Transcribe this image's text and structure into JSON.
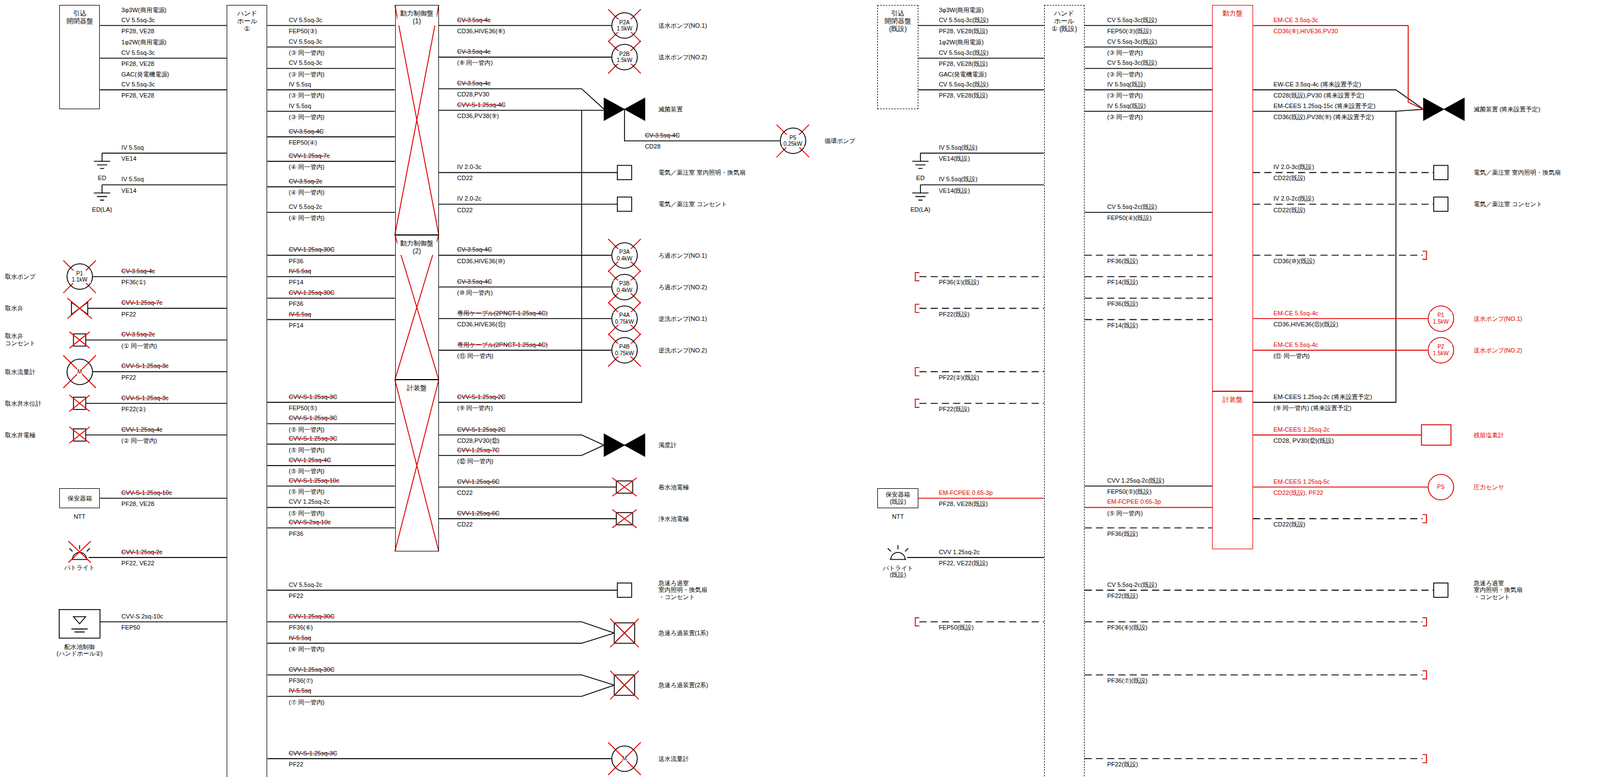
{
  "diagram": {
    "nodes": [
      {
        "text": [
          "引込 開閉器盤"
        ]
      },
      {
        "text": [
          "ハンド ホール ①"
        ]
      },
      {
        "text": [
          "動力制御盤 (1)"
        ]
      },
      {
        "text": [
          "動力制御盤 (2)"
        ]
      },
      {
        "text": [
          "計装盤"
        ]
      },
      {
        "text": [
          "P1 1.1kW"
        ]
      },
      {
        "text": [
          "M"
        ]
      },
      {
        "text": [
          "保安器箱"
        ]
      },
      {
        "text": [
          "P2A 1.5kW"
        ]
      },
      {
        "text": [
          "P2B 1.5kW"
        ]
      },
      {
        "text": [
          "P5 0.25kW"
        ]
      },
      {
        "text": [
          "P3A 0.4kW"
        ]
      },
      {
        "text": [
          "P3B 0.4kW"
        ]
      },
      {
        "text": [
          "P4A 0.75kW"
        ]
      },
      {
        "text": [
          "P4B 0.75kW"
        ]
      },
      {
        "text": [
          "M"
        ]
      },
      {
        "text": [
          "引込 開閉器盤 (既設)"
        ]
      },
      {
        "text": [
          "ハンド ホール ① (既設)"
        ]
      },
      {
        "text": [
          "動力盤"
        ]
      },
      {
        "text": [
          "計装盤"
        ]
      },
      {
        "text": [
          "保安器箱 (既設)"
        ]
      },
      {
        "text": [
          "P1 1.5kW"
        ]
      },
      {
        "text": [
          "P2 1.5kW"
        ]
      },
      {
        "text": [
          "PS"
        ]
      }
    ],
    "edges": [
      {
        "from": 0,
        "to": 1,
        "arrow": "none"
      },
      {
        "from": 0,
        "to": 1,
        "arrow": "none"
      },
      {
        "from": 0,
        "to": 1,
        "arrow": "none"
      },
      {
        "from": 1,
        "to": 2,
        "arrow": "none"
      },
      {
        "from": 1,
        "to": 2,
        "arrow": "none"
      },
      {
        "from": 1,
        "to": 2,
        "arrow": "none"
      },
      {
        "from": 1,
        "to": 2,
        "arrow": "none"
      },
      {
        "from": 1,
        "to": 2,
        "arrow": "none"
      },
      {
        "from": 1,
        "to": 2,
        "arrow": "none"
      },
      {
        "from": 1,
        "to": 2,
        "arrow": "none"
      },
      {
        "from": 1,
        "to": 2,
        "arrow": "none"
      },
      {
        "from": 1,
        "to": 2,
        "arrow": "none"
      },
      {
        "from": 1,
        "to": 3,
        "arrow": "none"
      },
      {
        "from": 1,
        "to": 3,
        "arrow": "none"
      },
      {
        "from": 1,
        "to": 3,
        "arrow": "none"
      },
      {
        "from": 1,
        "to": 3,
        "arrow": "none"
      },
      {
        "from": 1,
        "to": 4,
        "arrow": "none"
      },
      {
        "from": 1,
        "to": 4,
        "arrow": "none"
      },
      {
        "from": 1,
        "to": 4,
        "arrow": "none"
      },
      {
        "from": 1,
        "to": 4,
        "arrow": "none"
      },
      {
        "from": 1,
        "to": 4,
        "arrow": "none"
      },
      {
        "from": 1,
        "to": 4,
        "arrow": "none"
      },
      {
        "from": 1,
        "to": 4,
        "arrow": "none"
      },
      {
        "from": 5,
        "to": 1,
        "arrow": "none"
      },
      {
        "from": 6,
        "to": 1,
        "arrow": "none"
      },
      {
        "from": 7,
        "to": 1,
        "arrow": "none"
      },
      {
        "from": 2,
        "to": 8,
        "arrow": "none"
      },
      {
        "from": 2,
        "to": 9,
        "arrow": "none"
      },
      {
        "from": 3,
        "to": 11,
        "arrow": "none"
      },
      {
        "from": 3,
        "to": 12,
        "arrow": "none"
      },
      {
        "from": 3,
        "to": 13,
        "arrow": "none"
      },
      {
        "from": 3,
        "to": 14,
        "arrow": "none"
      },
      {
        "from": 1,
        "to": 15,
        "arrow": "none"
      },
      {
        "from": 16,
        "to": 17,
        "arrow": "none"
      },
      {
        "from": 16,
        "to": 17,
        "arrow": "none"
      },
      {
        "from": 16,
        "to": 17,
        "arrow": "none"
      },
      {
        "from": 17,
        "to": 18,
        "arrow": "none"
      },
      {
        "from": 17,
        "to": 18,
        "arrow": "none"
      },
      {
        "from": 17,
        "to": 18,
        "arrow": "none"
      },
      {
        "from": 17,
        "to": 18,
        "arrow": "none"
      },
      {
        "from": 17,
        "to": 18,
        "arrow": "none"
      },
      {
        "from": 17,
        "to": 18,
        "arrow": "none"
      },
      {
        "from": 17,
        "to": 19,
        "arrow": "none"
      },
      {
        "from": 17,
        "to": 19,
        "arrow": "none"
      },
      {
        "from": 20,
        "to": 17,
        "arrow": "none"
      },
      {
        "from": 18,
        "to": 21,
        "arrow": "none"
      },
      {
        "from": 18,
        "to": 22,
        "arrow": "none"
      },
      {
        "from": 19,
        "to": 23,
        "arrow": "none"
      }
    ],
    "labels": [
      "3φ3W(商用電源)",
      "CV 5.5sq-3c",
      "PF28, VE28",
      "1φ2W(商用電源)",
      "CV 5.5sq-3c",
      "PF28, VE28",
      "GAC(発電機電源)",
      "CV 5.5sq-3c",
      "PF28, VE28",
      "IV 5.5sq",
      "VE14",
      "ED",
      "IV 5.5sq",
      "VE14",
      "ED(LA)",
      "取水ポンプ",
      "CV-3.5sq-4c",
      "PF36(①)",
      "取水弁",
      "CVV-1.25sq-7c",
      "PF22",
      "取水弁 コンセント",
      "CV-3.5sq-2c",
      "(① 同一管内)",
      "取水流量計",
      "CVV-S-1.25sq-3c",
      "PF22",
      "取水井水位計",
      "CVV-S-1.25sq-3c",
      "PF22(②)",
      "取水井電極",
      "CVV-1.25sq-4c",
      "(② 同一管内)",
      "CVV-S-1.25sq-10c",
      "PF28, VE28",
      "NTT",
      "CVV-1.25sq-2c",
      "PF22, VE22",
      "パトライト",
      "CVV-S 2sq-10c",
      "FEP50",
      "配水池制御 (ハンドホール②)",
      "CV 5.5sq-3c",
      "FEP50(③)",
      "CV 5.5sq-3c",
      "(③ 同一管内)",
      "CV 5.5sq-3c",
      "(③ 同一管内)",
      "IV 5.5sq",
      "(③ 同一管内)",
      "IV 5.5sq",
      "(③ 同一管内)",
      "CV-3.5sq-4C",
      "FEP50(④)",
      "CVV-1.25sq-7c",
      "(④ 同一管内)",
      "CV-3.5sq-2c",
      "(④ 同一管内)",
      "CV 5.5sq-2c",
      "(④ 同一管内)",
      "CVV-1.25sq-30C",
      "PF36",
      "IV-5.5sq",
      "PF14",
      "CVV-1.25sq-30C",
      "PF36",
      "IV-5.5sq",
      "PF14",
      "CVV-S-1.25sq-3C",
      "FEP50(⑤)",
      "CVV-S-1.25sq-3C",
      "(⑤ 同一管内)",
      "CVV-S-1.25sq-3C",
      "(⑤ 同一管内)",
      "CVV-1.25sq-4C",
      "(⑤ 同一管内)",
      "CVV-S-1.25sq-10c",
      "(⑤ 同一管内)",
      "CVV 1.25sq-2c",
      "(⑤ 同一管内)",
      "CVV-S-2sq-10c",
      "PF36",
      "CV 5.5sq-2c",
      "PF22",
      "CVV-1.25sq-30C",
      "PF36(⑥)",
      "IV-5.5sq",
      "(⑥ 同一管内)",
      "CVV-1.25sq-30C",
      "PF36(⑦)",
      "IV-5.5sq",
      "(⑦ 同一管内)",
      "CVV-S-1.25sq-3C",
      "PF22",
      "CV-3.5sq-4c",
      "CD36,HIVE36(⑧)",
      "送水ポンプ(NO.1)",
      "CV-3.5sq-4c",
      "(⑧ 同一管内)",
      "送水ポンプ(NO.2)",
      "CV-3.5sq-4c",
      "CD28,PV30",
      "CVV-S-1.25sq-4C",
      "CD36,PV38(⑨)",
      "滅菌装置",
      "CV-3.5sq-4C",
      "CD28",
      "循環ポンプ",
      "IV 2.0-3c",
      "CD22",
      "電気／薬注室 室内照明・換気扇",
      "IV 2.0-2c",
      "CD22",
      "電気／薬注室 コンセント",
      "CV-3.5sq-4C",
      "CD36,HIVE36(⑩)",
      "ろ過ポンプ(NO.1)",
      "CV-3.5sq-4C",
      "(⑩ 同一管内)",
      "ろ過ポンプ(NO.2)",
      "専用ケーブル(2PNCT-1.25sq-4C)",
      "CD36,HIVE36(⑪)",
      "逆洗ポンプ(NO.1)",
      "専用ケーブル(2PNCT-1.25sq-4C)",
      "(⑪ 同一管内)",
      "逆洗ポンプ(NO.2)",
      "CVV-S-1.25sq-2C",
      "(⑨ 同一管内)",
      "CVV-S-1.25sq-2C",
      "CD28,PV30(⑫)",
      "CVV-1.25sq-7C",
      "(⑫ 同一管内)",
      "濁度計",
      "CVV-1.25sq-6C",
      "CD22",
      "着水池電極",
      "CVV-1.25sq-6C",
      "CD22",
      "浄水池電極",
      "急速ろ過室 室内照明・換気扇 ・コンセント",
      "急速ろ過装置(1系)",
      "急速ろ過装置(2系)",
      "送水流量計",
      "3φ3W(商用電源)",
      "CV 5.5sq-3c(既設)",
      "PF28, VE28(既設)",
      "1φ2W(商用電源)",
      "CV 5.5sq-3c(既設)",
      "PF28, VE28(既設)",
      "GAC(発電機電源)",
      "CV 5.5sq-3c(既設)",
      "PF28, VE28(既設)",
      "IV 5.5sq(既設)",
      "VE14(既設)",
      "ED",
      "IV 5.5sq(既設)",
      "VE14(既設)",
      "ED(LA)",
      "PF36(①)(既設)",
      "PF22(既設)",
      "PF22(②)(既設)",
      "PF22(既設)",
      "EM-FCPEE 0.65-3p",
      "PF28, VE28(既設)",
      "NTT",
      "CVV 1.25sq-2c",
      "PF22, VE22(既設)",
      "パトライト (既設)",
      "FEP50(既設)",
      "CV 5.5sq-3c(既設)",
      "FEP50(③)(既設)",
      "CV 5.5sq-3c(既設)",
      "(③ 同一管内)",
      "CV 5.5sq-3c(既設)",
      "(③ 同一管内)",
      "IV 5.5sq(既設)",
      "(③ 同一管内)",
      "IV 5.5sq(既設)",
      "(③ 同一管内)",
      "CV 5.5sq-2c(既設)",
      "FEP50(④)(既設)",
      "PF36(既設)",
      "PF14(既設)",
      "PF36(既設)",
      "PF14(既設)",
      "CVV 1.25sq-2c(既設)",
      "FEP50(⑤)(既設)",
      "EM-FCPEE 0.65-3p",
      "(⑤ 同一管内)",
      "PF36(既設)",
      "CV 5.5sq-2c(既設)",
      "PF22(既設)",
      "PF36(⑥)(既設)",
      "PF36(⑦)(既設)",
      "PF22(既設)",
      "EM-CE 3.5sq-3c",
      "CD36(⑧),HIVE36,PV30",
      "EW-CE 3.5sq-4c (将来設置予定)",
      "CD28(既設),PV30 (将来設置予定)",
      "EM-CEES 1.25sq-15c (将来設置予定)",
      "CD36(既設),PV38(⑨) (将来設置予定)",
      "滅菌装置 (将来設置予定)",
      "IV 2.0-3c(既設)",
      "CD22(既設)",
      "電気／薬注室 室内照明・換気扇",
      "IV 2.0-2c(既設)",
      "CD22(既設)",
      "電気／薬注室 コンセント",
      "CD36(⑩)(既設)",
      "EM-CE 5.5sq-4c",
      "CD36,HIVE36(⑪)(既設)",
      "送水ポンプ(NO.1)",
      "EM-CE 5.5sq-4c",
      "(⑪ 同一管内)",
      "送水ポンプ(NO.2)",
      "EM-CEES 1.25sq-2c (将来設置予定)",
      "(⑨ 同一管内) (将来設置予定)",
      "EM-CEES 1.25sq-2c",
      "CD28, PV30(⑫)(既設)",
      "残留塩素計",
      "EM-CEES 1.25sq-5c",
      "CD22(既設), PF22",
      "圧力センサ",
      "CD22(既設)",
      "急速ろ過室 室内照明・換気扇 ・コンセント"
    ]
  }
}
